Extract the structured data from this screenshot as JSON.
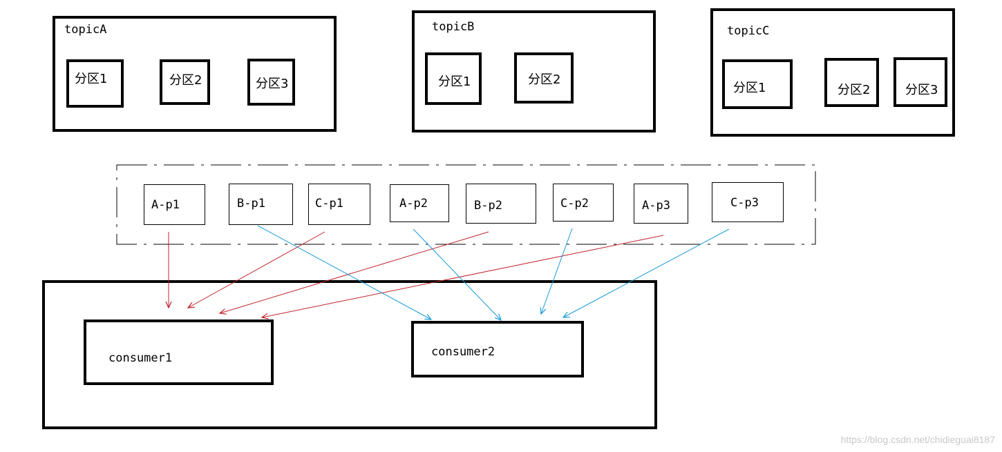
{
  "topics": [
    {
      "name": "topicA",
      "partitions": [
        "分区1",
        "分区2",
        "分区3"
      ]
    },
    {
      "name": "topicB",
      "partitions": [
        "分区1",
        "分区2"
      ]
    },
    {
      "name": "topicC",
      "partitions": [
        "分区1",
        "分区2",
        "分区3"
      ]
    }
  ],
  "partition_chips": [
    "A-p1",
    "B-p1",
    "C-p1",
    "A-p2",
    "B-p2",
    "C-p2",
    "A-p3",
    "C-p3"
  ],
  "consumers": [
    "consumer1",
    "consumer2"
  ],
  "assignments": [
    {
      "from": "A-p1",
      "to": "consumer1"
    },
    {
      "from": "C-p1",
      "to": "consumer1"
    },
    {
      "from": "B-p2",
      "to": "consumer1"
    },
    {
      "from": "A-p3",
      "to": "consumer1"
    },
    {
      "from": "B-p1",
      "to": "consumer2"
    },
    {
      "from": "A-p2",
      "to": "consumer2"
    },
    {
      "from": "C-p2",
      "to": "consumer2"
    },
    {
      "from": "C-p3",
      "to": "consumer2"
    }
  ],
  "colors": {
    "consumer1_arrow": "#c0202a",
    "consumer2_arrow": "#1a9ad6",
    "border": "#000000"
  },
  "watermark": "https://blog.csdn.net/chidieguai8187"
}
